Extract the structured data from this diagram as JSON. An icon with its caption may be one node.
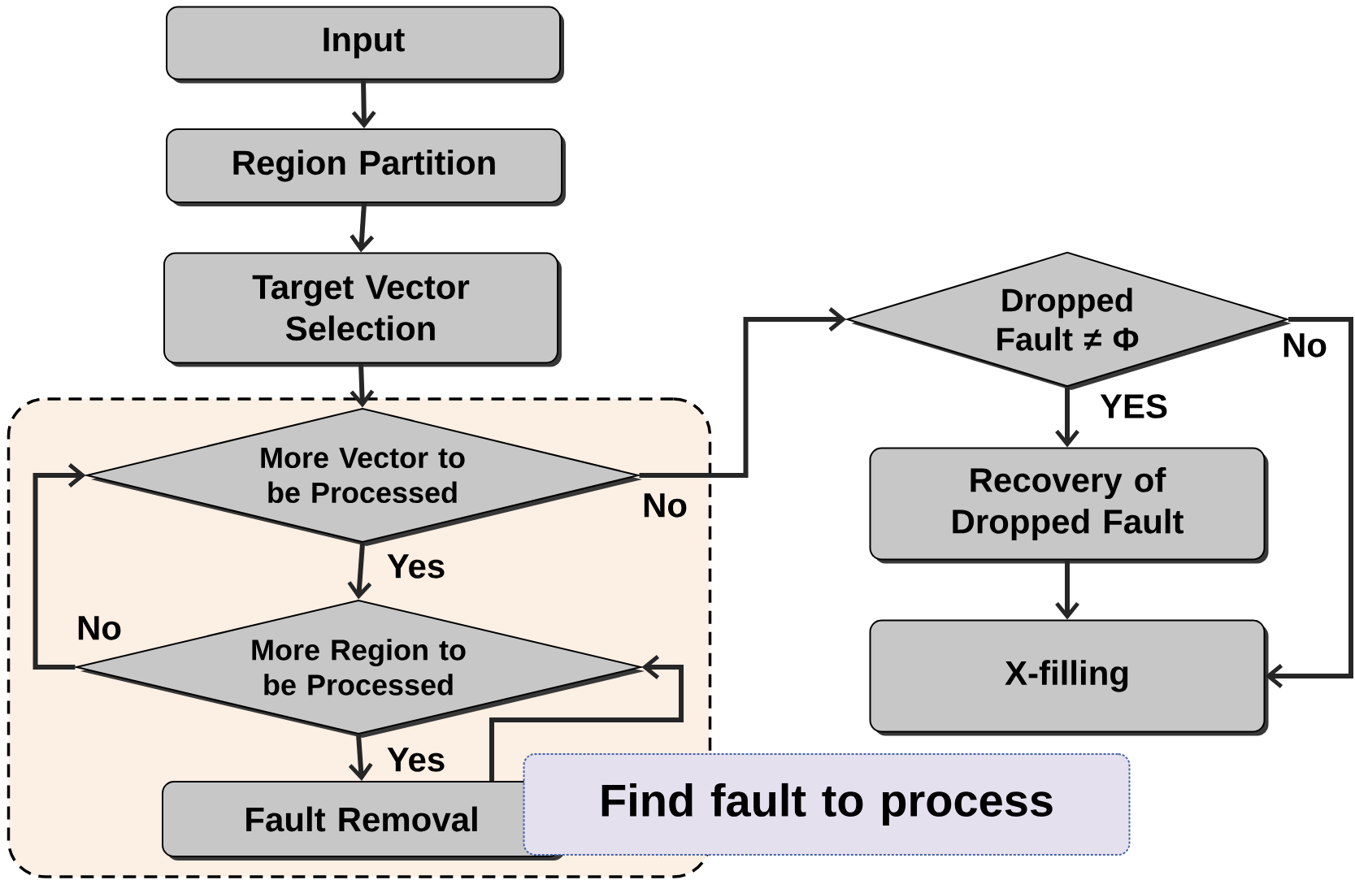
{
  "diagram": {
    "nodes": [
      {
        "text": [
          "Input"
        ]
      },
      {
        "text": [
          "Region Partition"
        ]
      },
      {
        "text": [
          "Target Vector Selection"
        ]
      },
      {
        "text": [],
        "shape": "box"
      },
      {
        "text": [
          "More Vector to be Processed"
        ],
        "in": 3
      },
      {
        "text": [
          "More Region to be Processed"
        ],
        "in": 3
      },
      {
        "text": [
          "Fault Removal"
        ],
        "in": 3
      },
      {
        "text": [
          "Dropped Fault ≠ Φ"
        ]
      },
      {
        "text": [
          "Recovery of Dropped Fault"
        ]
      },
      {
        "text": [
          "X-filling"
        ]
      },
      {
        "text": [
          "Find  fault to process"
        ]
      }
    ],
    "edges": [
      {
        "from": 0,
        "to": 1,
        "arrow": "to"
      },
      {
        "from": 1,
        "to": 2,
        "arrow": "to"
      },
      {
        "from": 2,
        "to": 4,
        "arrow": "to"
      },
      {
        "from": 4,
        "to": 5,
        "arrow": "to",
        "label": "Yes"
      },
      {
        "from": 5,
        "to": 6,
        "arrow": "to",
        "label": "Yes"
      },
      {
        "from": 5,
        "to": 4,
        "arrow": "to",
        "label": "No"
      },
      {
        "from": 4,
        "to": 7,
        "arrow": "to",
        "label": "No"
      },
      {
        "from": 7,
        "to": 8,
        "arrow": "to",
        "label": "YES"
      },
      {
        "from": 8,
        "to": 9,
        "arrow": "to"
      },
      {
        "from": 7,
        "to": 9,
        "arrow": "to",
        "label": "No"
      },
      {
        "from": 6,
        "to": 5,
        "arrow": "to"
      }
    ]
  }
}
